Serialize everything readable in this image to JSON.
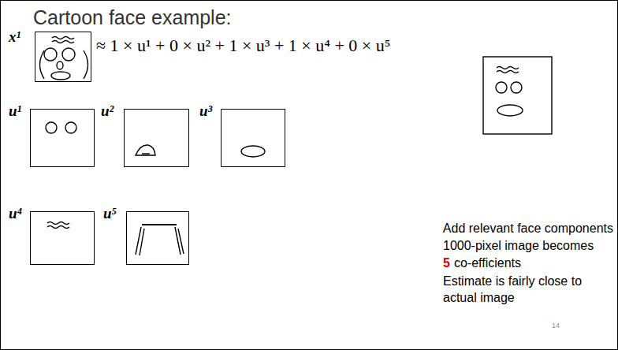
{
  "diagram": {
    "title": "Cartoon face example:",
    "nodes": [
      {
        "text": [
          "x¹"
        ]
      },
      {
        "text": [
          "u¹"
        ]
      },
      {
        "text": [
          "u²"
        ]
      },
      {
        "text": [
          "u³"
        ]
      },
      {
        "text": [
          "u⁴"
        ]
      },
      {
        "text": [
          "u⁵"
        ]
      }
    ],
    "labels": [
      "≈ 1 × u¹ + 0 × u² + 1 × u³ + 1 × u⁴ + 0 × u⁵",
      "Add relevant face components",
      "1000-pixel image becomes",
      "5",
      "co-efficients",
      "Estimate is fairly close to actual image",
      "14"
    ]
  }
}
